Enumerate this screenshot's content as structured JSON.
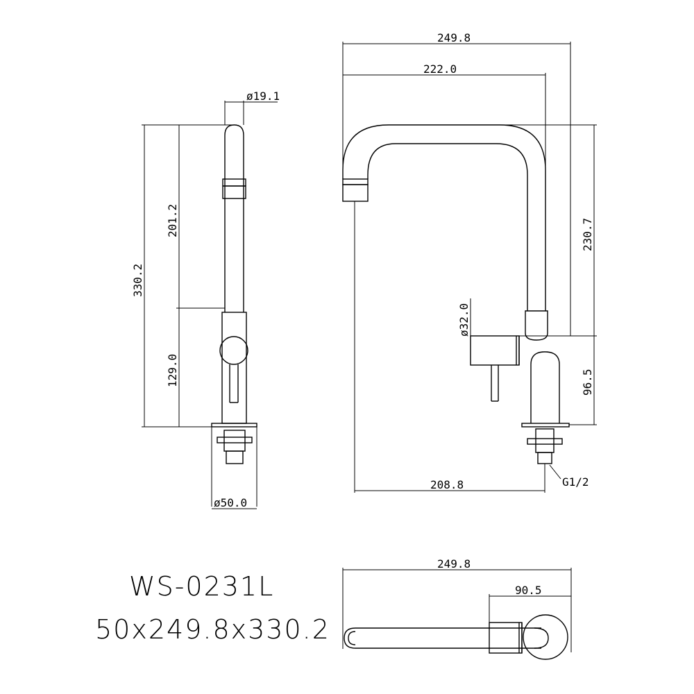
{
  "model": {
    "code": "WS-0231L",
    "size": "50x249.8x330.2"
  },
  "side_view": {
    "dims": {
      "dia_top": "ø19.1",
      "total_height": "330.2",
      "spout_height": "201.2",
      "body_height": "129.0",
      "base_dia": "ø50.0"
    }
  },
  "front_view": {
    "dims": {
      "overall_width": "249.8",
      "spout_reach": "222.0",
      "spout_height": "230.7",
      "body_dia": "ø32.0",
      "body_height": "96.5",
      "outlet_to_center": "208.8",
      "thread": "G1/2"
    }
  },
  "top_view": {
    "dims": {
      "overall_width": "249.8",
      "body_offset": "90.5"
    }
  }
}
